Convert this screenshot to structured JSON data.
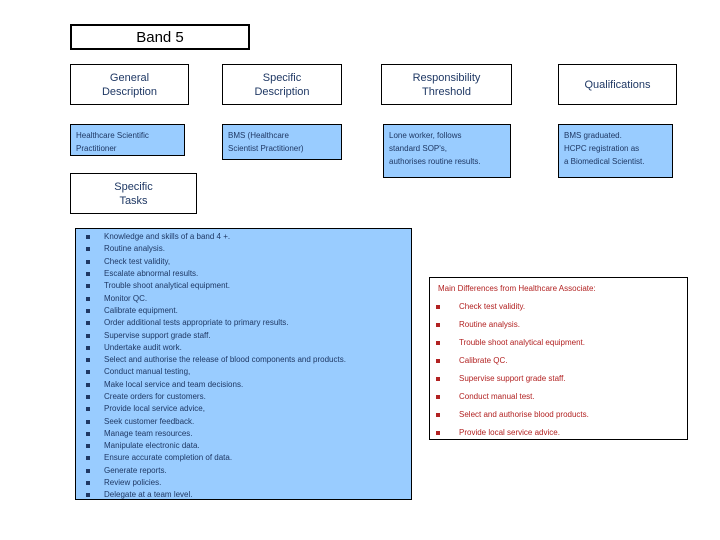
{
  "title": "Band 5",
  "columns": [
    {
      "header": "General\nDescription",
      "content": "Healthcare Scientific\nPractitioner"
    },
    {
      "header": "Specific\nDescription",
      "content": "BMS (Healthcare\nScientist Practitioner)"
    },
    {
      "header": "Responsibility\nThreshold",
      "content": "Lone worker, follows\nstandard SOP's,\nauthorises routine results."
    },
    {
      "header": "Qualifications",
      "content": "BMS graduated.\nHCPC registration as\na Biomedical Scientist."
    }
  ],
  "specific_tasks": {
    "header": "Specific\nTasks",
    "items": [
      "Knowledge and skills of a band 4 +.",
      "Routine analysis.",
      "Check test validity,",
      "Escalate abnormal results.",
      "Trouble shoot analytical equipment.",
      "Monitor QC.",
      "Calibrate equipment.",
      "Order additional tests appropriate to primary results.",
      "Supervise support grade staff.",
      "Undertake audit work.",
      "Select and authorise the release of blood components and products.",
      "Conduct manual testing,",
      "Make local service and team decisions.",
      "Create orders for customers.",
      "Provide local service advice,",
      "Seek customer feedback.",
      "Manage team resources.",
      "Manipulate electronic data.",
      "Ensure accurate completion of data.",
      "Generate reports.",
      "Review policies.",
      "Delegate at a team level."
    ]
  },
  "differences": {
    "header": "Main Differences from Healthcare Associate:",
    "items": [
      "Check test validity.",
      "Routine analysis.",
      "Trouble shoot analytical equipment.",
      "Calibrate QC.",
      "Supervise support grade staff.",
      "Conduct manual test.",
      "Select and authorise blood products.",
      "Provide local service advice."
    ]
  },
  "colors": {
    "background": "#FFFFFF",
    "border": "#000000",
    "title_text": "#000000",
    "navy_text": "#1F3864",
    "dark_red_text": "#B22222",
    "light_blue_fill": "#99CCFF"
  }
}
